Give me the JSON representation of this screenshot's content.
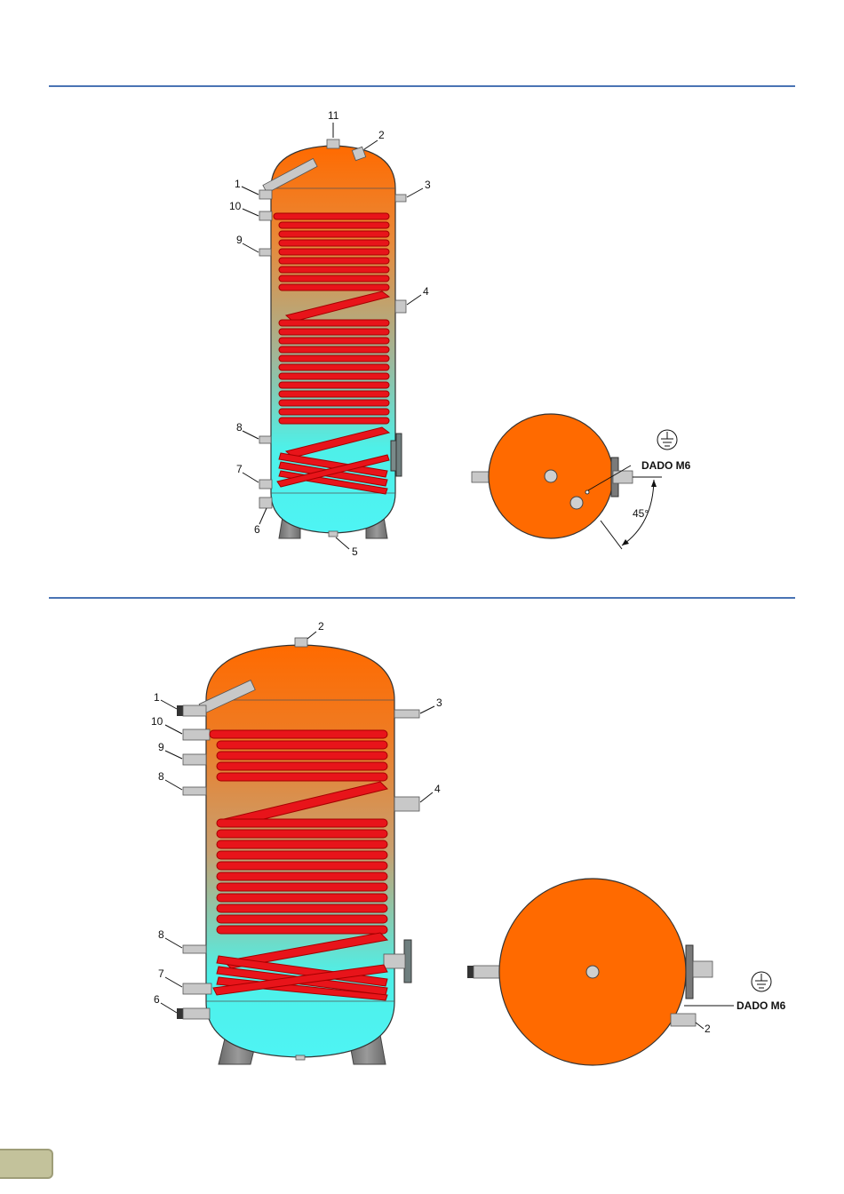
{
  "colors": {
    "rule": "#4a74b4",
    "hot": "#ff6a00",
    "cold": "#4ef4f4",
    "coil": "#e8141a",
    "tab": "#c3c29b"
  },
  "diagram_top": {
    "labels": {
      "n1": "1",
      "n2": "2",
      "n3": "3",
      "n4": "4",
      "n5": "5",
      "n6": "6",
      "n7": "7",
      "n8": "8",
      "n9": "9",
      "n10": "10",
      "n11": "11"
    },
    "plan": {
      "nut_label": "DADO M6",
      "angle_label": "45°",
      "ground_icon": "ground-symbol-icon"
    }
  },
  "diagram_bottom": {
    "labels": {
      "n1": "1",
      "n2": "2",
      "n3": "3",
      "n4": "4",
      "n6": "6",
      "n7": "7",
      "n8a": "8",
      "n8b": "8",
      "n9": "9",
      "n10": "10"
    },
    "plan": {
      "nut_label": "DADO M6",
      "pipe_label": "2",
      "ground_icon": "ground-symbol-icon"
    }
  }
}
